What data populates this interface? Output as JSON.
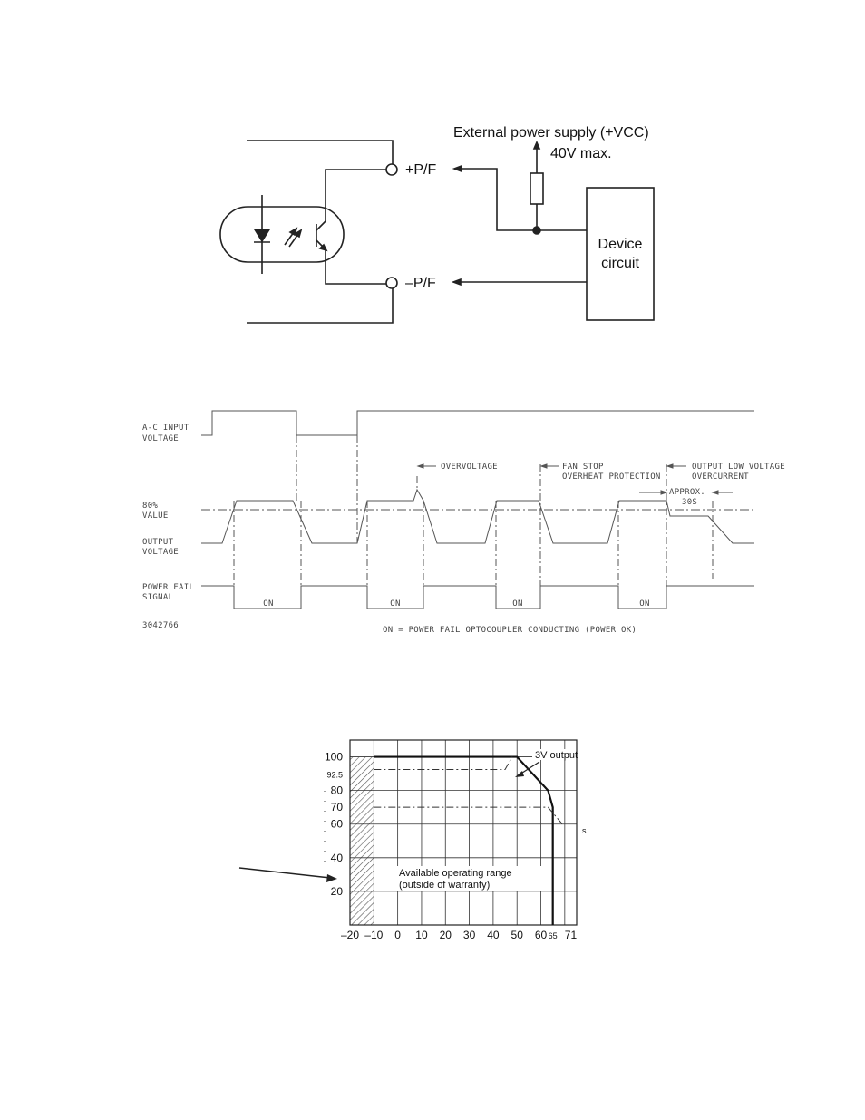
{
  "circuit": {
    "supply_label": "External power supply (+VCC)",
    "supply_max": "40V max.",
    "pf_plus": "+P/F",
    "pf_minus": "–P/F",
    "device_line1": "Device",
    "device_line2": "circuit"
  },
  "timing": {
    "ac_input_1": "A-C INPUT",
    "ac_input_2": "VOLTAGE",
    "overvoltage": "OVERVOLTAGE",
    "fan_stop_1": "FAN STOP",
    "fan_stop_2": "OVERHEAT PROTECTION",
    "out_low_1": "OUTPUT LOW VOLTAGE",
    "out_low_2": "OVERCURRENT",
    "approx_1": "APPROX.",
    "approx_2": "30S",
    "value80_1": "80%",
    "value80_2": "VALUE",
    "output_1": "OUTPUT",
    "output_2": "VOLTAGE",
    "pf_signal_1": "POWER FAIL",
    "pf_signal_2": "SIGNAL",
    "on_label": "ON",
    "fig_number": "3042766",
    "legend": "ON = POWER FAIL OPTOCOUPLER CONDUCTING (POWER OK)"
  },
  "chart_data": {
    "type": "line",
    "x_ticks": [
      "–20",
      "–10",
      "0",
      "10",
      "20",
      "30",
      "40",
      "50",
      "60",
      "65",
      "71"
    ],
    "y_ticks": [
      "100",
      "92.5",
      "80",
      "70",
      "60",
      "40",
      "20"
    ],
    "xlim": [
      -20,
      75
    ],
    "ylim": [
      0,
      110
    ],
    "series": [
      {
        "x": [
          -10,
          50,
          63,
          65,
          65
        ],
        "y": [
          100,
          100,
          80,
          70,
          0
        ]
      },
      {
        "name": "3V output",
        "x": [
          -10,
          45,
          48
        ],
        "y": [
          92.5,
          92.5,
          100
        ]
      },
      {
        "x": [
          -10,
          63,
          69
        ],
        "y": [
          70,
          70,
          60
        ]
      }
    ],
    "annotations": [
      "3V output",
      "Available operating range",
      "(outside of warranty)"
    ],
    "shaded_region": {
      "x": [
        -20,
        -10
      ]
    },
    "grid": true
  }
}
